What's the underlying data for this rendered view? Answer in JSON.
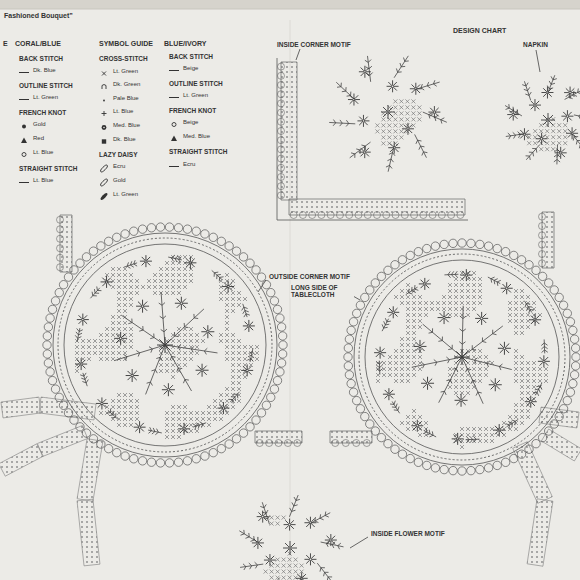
{
  "diagram": {
    "title": "Fashioned Bouquet”",
    "labels": [
      "E",
      "CORAL/BLUE",
      "BACK STITCH",
      "OUTLINE STITCH",
      "FRENCH KNOT",
      "STRAIGHT STITCH",
      "SYMBOL GUIDE",
      "CROSS-STITCH",
      "LAZY DAISY",
      "BLUE/IVORY",
      "BACK STITCH",
      "OUTLINE STITCH",
      "FRENCH KNOT",
      "STRAIGHT STITCH",
      "DESIGN CHART",
      "INSIDE CORNER MOTIF",
      "NAPKIN",
      "OUTSIDE CORNER MOTIF",
      "LONG SIDE OF TABLECLOTH",
      "INSIDE FLOWER MOTIF"
    ],
    "legend": [
      {
        "text": "Dk. Blue"
      },
      {
        "text": "Lt. Green"
      },
      {
        "text": "Gold"
      },
      {
        "text": "Red"
      },
      {
        "text": "Lt. Blue"
      },
      {
        "text": "Lt. Blue"
      },
      {
        "text": "Lt. Green"
      },
      {
        "text": "Dk. Green"
      },
      {
        "text": "Pale Blue"
      },
      {
        "text": "Lt. Blue"
      },
      {
        "text": "Med. Blue"
      },
      {
        "text": "Dk. Blue"
      },
      {
        "text": "Ecru"
      },
      {
        "text": "Gold"
      },
      {
        "text": "Lt. Green"
      },
      {
        "text": "Beige"
      },
      {
        "text": "Lt. Green"
      },
      {
        "text": "Beige"
      },
      {
        "text": "Med. Blue"
      },
      {
        "text": "Ecru"
      }
    ]
  }
}
